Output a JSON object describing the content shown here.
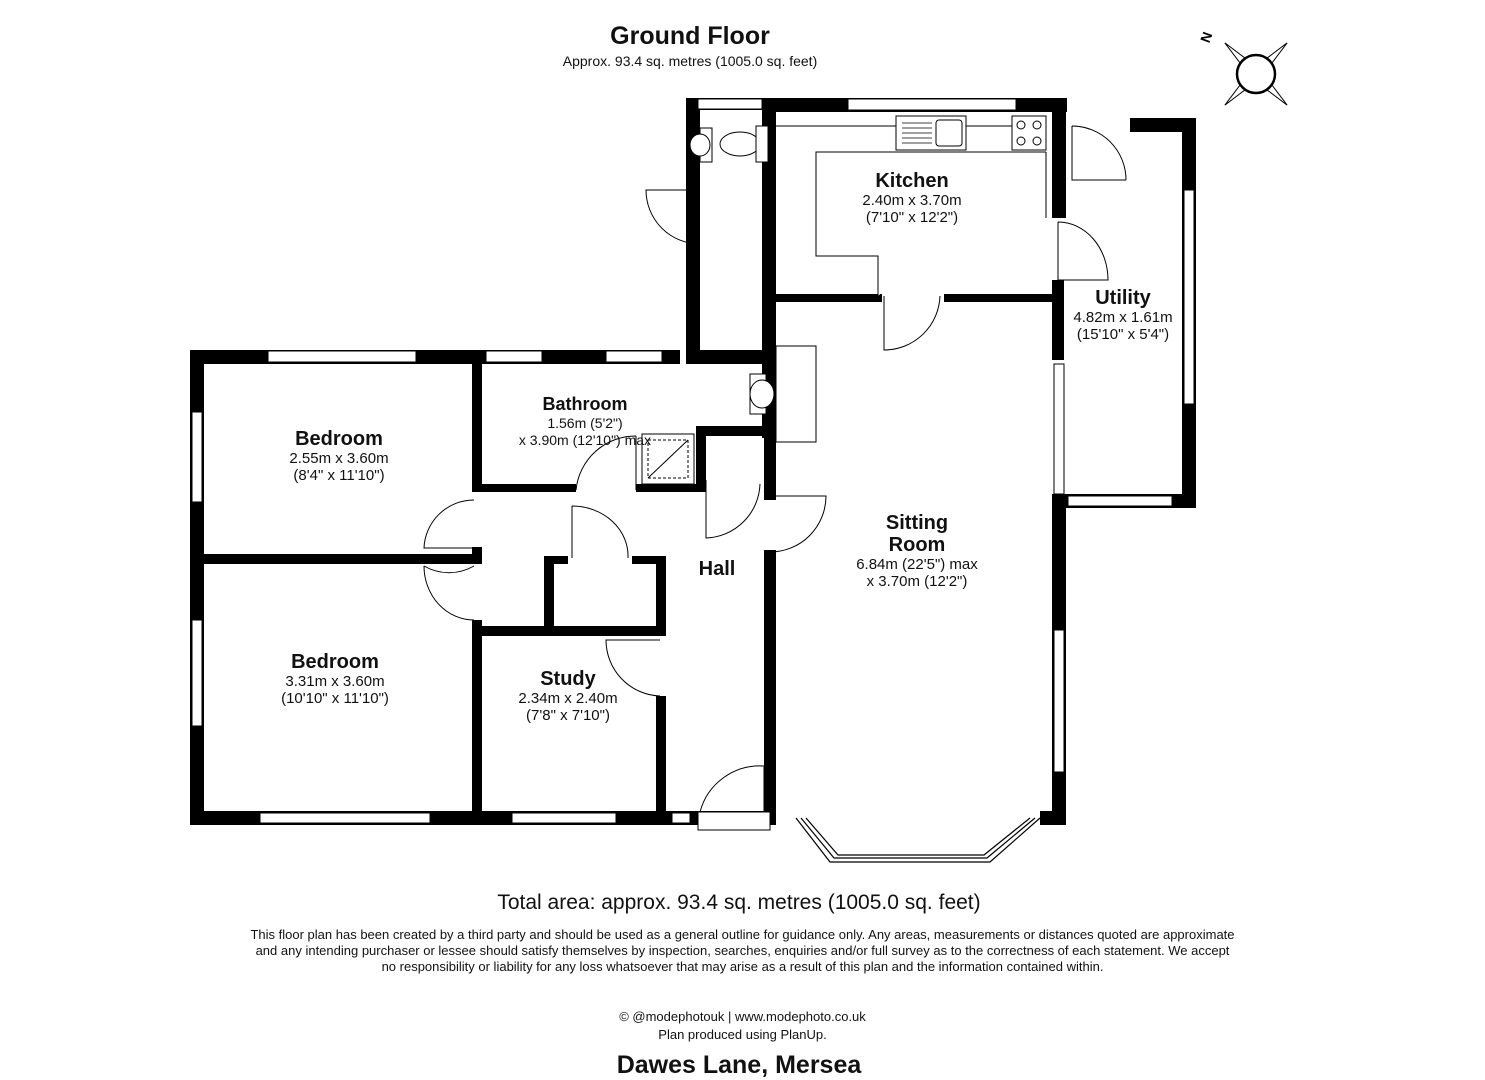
{
  "header": {
    "title": "Ground Floor",
    "subtitle": "Approx. 93.4 sq. metres (1005.0 sq. feet)"
  },
  "compass": {
    "label": "N"
  },
  "rooms": {
    "kitchen": {
      "name": "Kitchen",
      "dim1": "2.40m x 3.70m",
      "dim2": "(7'10\" x 12'2\")"
    },
    "utility": {
      "name": "Utility",
      "dim1": "4.82m x 1.61m",
      "dim2": "(15'10\" x 5'4\")"
    },
    "bathroom": {
      "name": "Bathroom",
      "dim1": "1.56m (5'2\")",
      "dim2": "x 3.90m (12'10\") max"
    },
    "bedroom1": {
      "name": "Bedroom",
      "dim1": "2.55m x 3.60m",
      "dim2": "(8'4\" x 11'10\")"
    },
    "bedroom2": {
      "name": "Bedroom",
      "dim1": "3.31m x 3.60m",
      "dim2": "(10'10\" x 11'10\")"
    },
    "study": {
      "name": "Study",
      "dim1": "2.34m x 2.40m",
      "dim2": "(7'8\" x 7'10\")"
    },
    "hall": {
      "name": "Hall"
    },
    "sitting": {
      "name1": "Sitting",
      "name2": "Room",
      "dim1": "6.84m (22'5\") max",
      "dim2": "x 3.70m (12'2\")"
    }
  },
  "footer": {
    "total_area": "Total area: approx. 93.4 sq. metres (1005.0 sq. feet)",
    "disclaimer": "This floor plan has been created by a third party and should be used as a general outline for guidance only. Any areas, measurements or distances quoted are approximate and any intending purchaser or lessee should satisfy themselves by inspection, searches, enquiries and/or full survey as to the correctness of each statement. We accept no responsibility or liability for any loss whatsoever that may arise as a result of this plan and the information contained within.",
    "credit": "© @modephotouk | www.modephoto.co.uk",
    "produced": "Plan produced using PlanUp.",
    "address": "Dawes Lane, Mersea"
  },
  "colors": {
    "wall": "#000000",
    "window": "#ffffff",
    "line": "#000000"
  }
}
